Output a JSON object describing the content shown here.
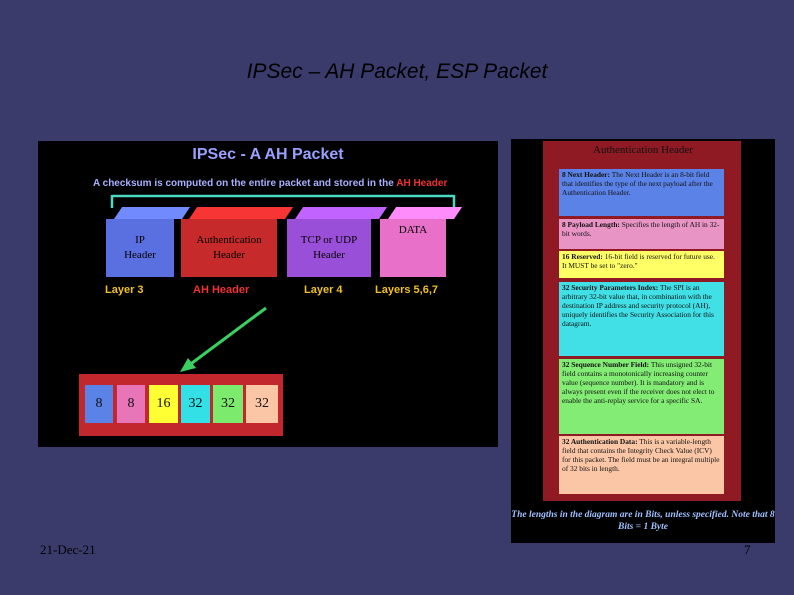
{
  "slide": {
    "title": "IPSec – AH Packet, ESP Packet",
    "date": "21-Dec-21",
    "page_number": "7"
  },
  "ah_diagram": {
    "title": "IPSec - A AH Packet",
    "checksum_text": "A checksum is computed on the entire packet and stored in the",
    "checksum_highlight": "AH Header",
    "blocks": [
      {
        "label": "IP\nHeader",
        "color": "#5a6fe0"
      },
      {
        "label": "Authentication\nHeader",
        "color": "#c62a2a"
      },
      {
        "label": "TCP or UDP\nHeader",
        "color": "#9a4fd8"
      },
      {
        "label": "DATA",
        "color": "#e870c8"
      }
    ],
    "layers": [
      "Layer 3",
      "AH Header",
      "Layer 4",
      "Layers 5,6,7"
    ],
    "fields": [
      {
        "value": "8",
        "color": "#5b82e6"
      },
      {
        "value": "8",
        "color": "#e875b8"
      },
      {
        "value": "16",
        "color": "#ffff33"
      },
      {
        "value": "32",
        "color": "#33e0e6"
      },
      {
        "value": "32",
        "color": "#7cea6c"
      },
      {
        "value": "32",
        "color": "#fbc6a6"
      }
    ]
  },
  "ah_description": {
    "heading": "Authentication Header",
    "fields": [
      {
        "name": "8 Next Header:",
        "text": " The Next Header is an 8-bit field that identifies the type of the next payload after the Authentication Header.",
        "color": "#5b82e6"
      },
      {
        "name": "8 Payload Length:",
        "text": " Specifies the length of AH in 32-bit words.",
        "color": "#e894c4"
      },
      {
        "name": "16 Reserved:",
        "text": " 16-bit field is reserved for future use. It MUST be set to \"zero.\"",
        "color": "#ffff66"
      },
      {
        "name": "32 Security Parameters Index:",
        "text": " The SPI is an arbitrary 32-bit value that, in combination with the destination IP address and security protocol (AH), uniquely identifies the Security Association for this datagram.",
        "color": "#40e0e6"
      },
      {
        "name": "32 Sequence Number Field:",
        "text": " This unsigned 32-bit field contains a monotonically increasing counter value (sequence number). It is mandatory and is always present even if the receiver does not elect to enable the anti-replay service for a specific SA.",
        "color": "#82ec74"
      },
      {
        "name": "32 Authentication Data:",
        "text": " This is a variable-length field that contains the Integrity Check Value (ICV) for this packet. The field must be an integral multiple of 32 bits in length.",
        "color": "#fbc6a6"
      }
    ],
    "note": "The lengths in the diagram are in Bits, unless specified. Note that 8 Bits = 1 Byte"
  }
}
